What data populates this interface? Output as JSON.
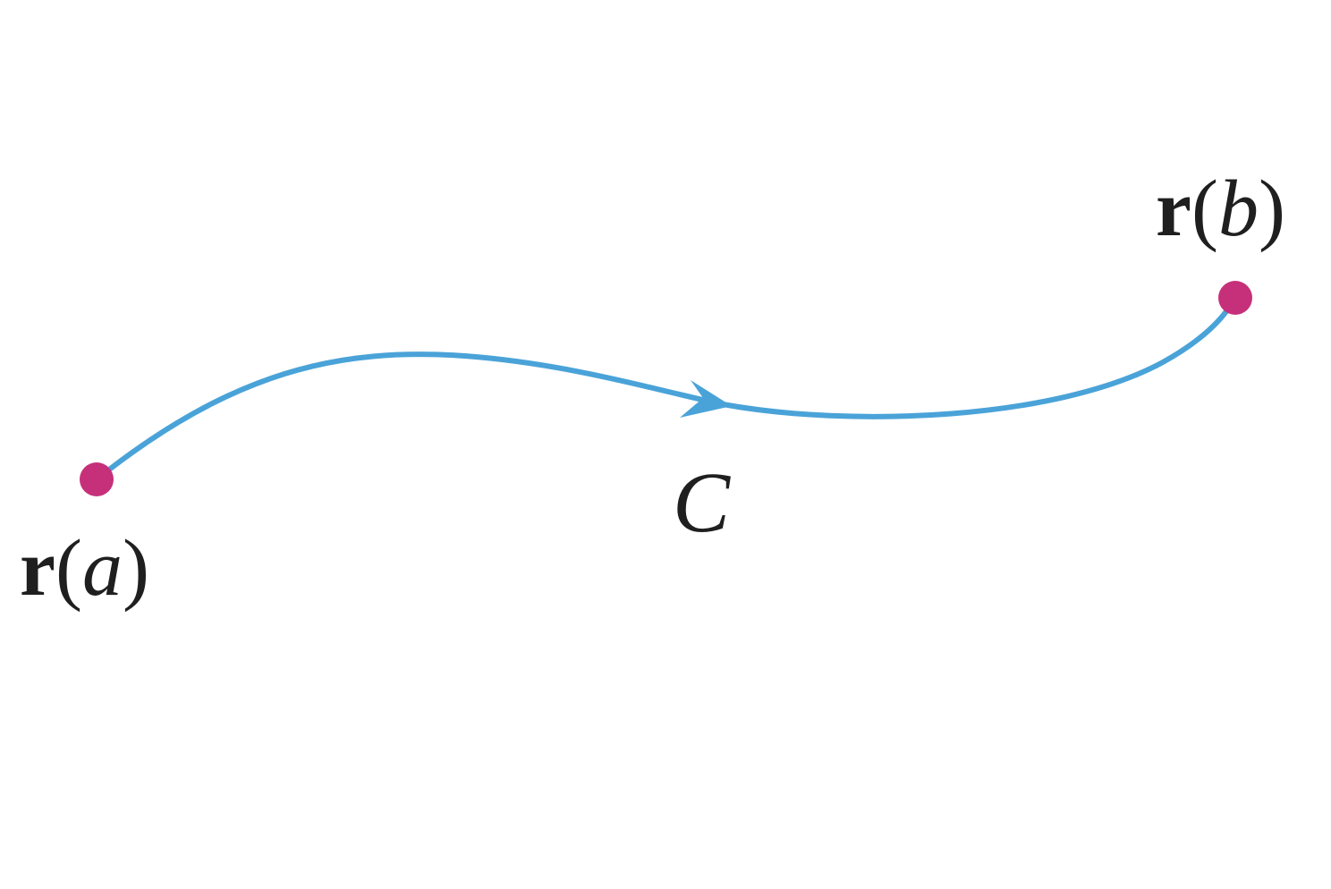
{
  "colors": {
    "curve": "#4aa3d8",
    "endpoint": "#c6307a",
    "text": "#1f1f1f",
    "background": "#ffffff"
  },
  "start_label": {
    "vector": "r",
    "open_paren": "(",
    "param": "a",
    "close_paren": ")"
  },
  "end_label": {
    "vector": "r",
    "open_paren": "(",
    "param": "b",
    "close_paren": ")"
  },
  "curve_label": "C"
}
